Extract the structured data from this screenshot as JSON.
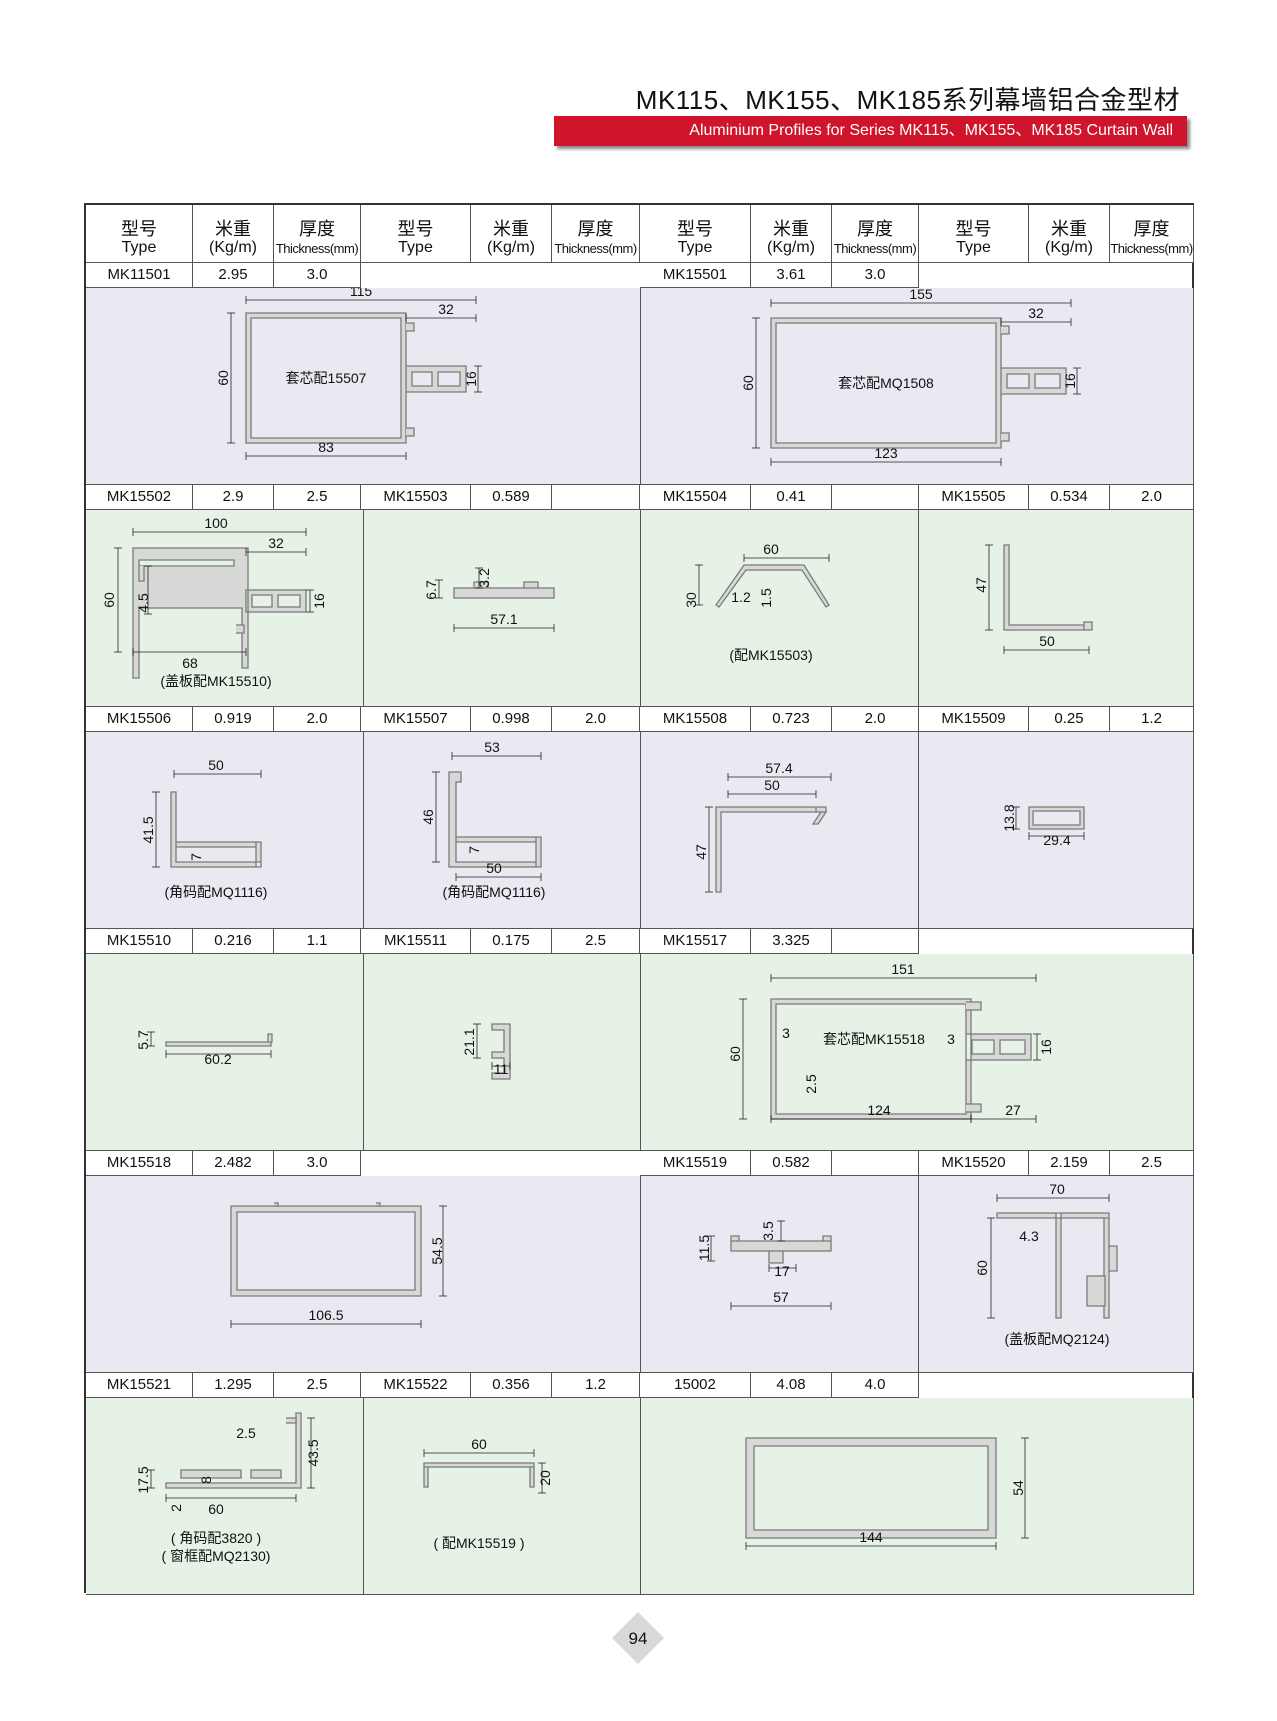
{
  "header": {
    "title_cn": "MK115、MK155、MK185系列幕墙铝合金型材",
    "title_en": "Aluminium Profiles for Series MK115、MK155、MK185 Curtain Wall"
  },
  "columns": {
    "type_cn": "型号",
    "type_en": "Type",
    "weight_cn": "米重",
    "weight_en": "(Kg/m)",
    "thick_cn": "厚度",
    "thick_en": "Thickness(mm)"
  },
  "profiles": [
    {
      "type": "MK11501",
      "weight": "2.95",
      "thickness": "3.0",
      "dims": [
        "115",
        "32",
        "60",
        "16",
        "83"
      ],
      "note": "套芯配15507"
    },
    {
      "type": "MK15501",
      "weight": "3.61",
      "thickness": "3.0",
      "dims": [
        "155",
        "32",
        "60",
        "16",
        "123"
      ],
      "note": "套芯配MQ1508"
    },
    {
      "type": "MK15502",
      "weight": "2.9",
      "thickness": "2.5",
      "dims": [
        "100",
        "32",
        "60",
        "4.5",
        "16",
        "68"
      ],
      "note": "(盖板配MK15510)"
    },
    {
      "type": "MK15503",
      "weight": "0.589",
      "thickness": "",
      "dims": [
        "6.7",
        "3.2",
        "57.1"
      ],
      "note": ""
    },
    {
      "type": "MK15504",
      "weight": "0.41",
      "thickness": "",
      "dims": [
        "60",
        "30",
        "1.2",
        "1.5"
      ],
      "note": "(配MK15503)"
    },
    {
      "type": "MK15505",
      "weight": "0.534",
      "thickness": "2.0",
      "dims": [
        "47",
        "50"
      ],
      "note": ""
    },
    {
      "type": "MK15506",
      "weight": "0.919",
      "thickness": "2.0",
      "dims": [
        "50",
        "41.5",
        "7"
      ],
      "note": "(角码配MQ1116)"
    },
    {
      "type": "MK15507",
      "weight": "0.998",
      "thickness": "2.0",
      "dims": [
        "53",
        "46",
        "7",
        "50"
      ],
      "note": "(角码配MQ1116)"
    },
    {
      "type": "MK15508",
      "weight": "0.723",
      "thickness": "2.0",
      "dims": [
        "57.4",
        "50",
        "47"
      ],
      "note": ""
    },
    {
      "type": "MK15509",
      "weight": "0.25",
      "thickness": "1.2",
      "dims": [
        "13.8",
        "29.4"
      ],
      "note": ""
    },
    {
      "type": "MK15510",
      "weight": "0.216",
      "thickness": "1.1",
      "dims": [
        "5.7",
        "60.2"
      ],
      "note": ""
    },
    {
      "type": "MK15511",
      "weight": "0.175",
      "thickness": "2.5",
      "dims": [
        "21.1",
        "11"
      ],
      "note": ""
    },
    {
      "type": "MK15517",
      "weight": "3.325",
      "thickness": "",
      "dims": [
        "151",
        "3",
        "3",
        "60",
        "16",
        "2.5",
        "124",
        "27"
      ],
      "note": "套芯配MK15518"
    },
    {
      "type": "MK15518",
      "weight": "2.482",
      "thickness": "3.0",
      "dims": [
        "54.5",
        "106.5"
      ],
      "note": ""
    },
    {
      "type": "MK15519",
      "weight": "0.582",
      "thickness": "",
      "dims": [
        "11.5",
        "3.5",
        "17",
        "57"
      ],
      "note": ""
    },
    {
      "type": "MK15520",
      "weight": "2.159",
      "thickness": "2.5",
      "dims": [
        "70",
        "4.3",
        "60"
      ],
      "note": "(盖板配MQ2124)"
    },
    {
      "type": "MK15521",
      "weight": "1.295",
      "thickness": "2.5",
      "dims": [
        "2.5",
        "43.5",
        "17.5",
        "8",
        "2",
        "60"
      ],
      "note": "( 角码配3820 )",
      "note2": "( 窗框配MQ2130)"
    },
    {
      "type": "MK15522",
      "weight": "0.356",
      "thickness": "1.2",
      "dims": [
        "60",
        "20"
      ],
      "note": "( 配MK15519 )"
    },
    {
      "type": "15002",
      "weight": "4.08",
      "thickness": "4.0",
      "dims": [
        "54",
        "144"
      ],
      "note": ""
    }
  ],
  "page_number": "94",
  "colors": {
    "accent_red": "#d0142c",
    "panel_lavender": "#ece8f1",
    "panel_green": "#e7f2e6",
    "profile_grey": "#d7d9d6"
  }
}
